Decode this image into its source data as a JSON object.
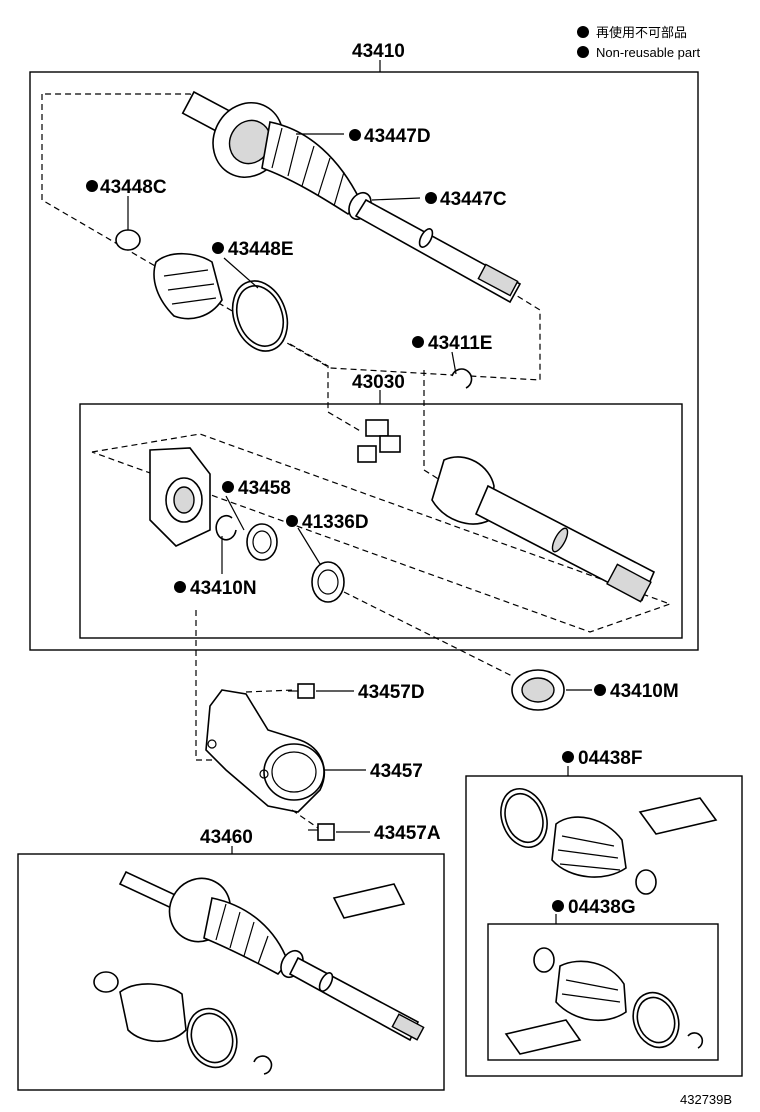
{
  "legend": {
    "non_reusable_jp": "再使用不可部品",
    "non_reusable_en": "Non-reusable part"
  },
  "labels": {
    "assy_43410": "43410",
    "p43447D": "43447D",
    "p43447C": "43447C",
    "p43448C": "43448C",
    "p43448E": "43448E",
    "p43411E": "43411E",
    "assy_43030": "43030",
    "p43458": "43458",
    "p41336D": "41336D",
    "p43410N": "43410N",
    "p43457D": "43457D",
    "p43410M": "43410M",
    "p43457": "43457",
    "p43457A": "43457A",
    "assy_43460": "43460",
    "kit_04438F": "04438F",
    "kit_04438G": "04438G"
  },
  "illustration_number": "432739B"
}
